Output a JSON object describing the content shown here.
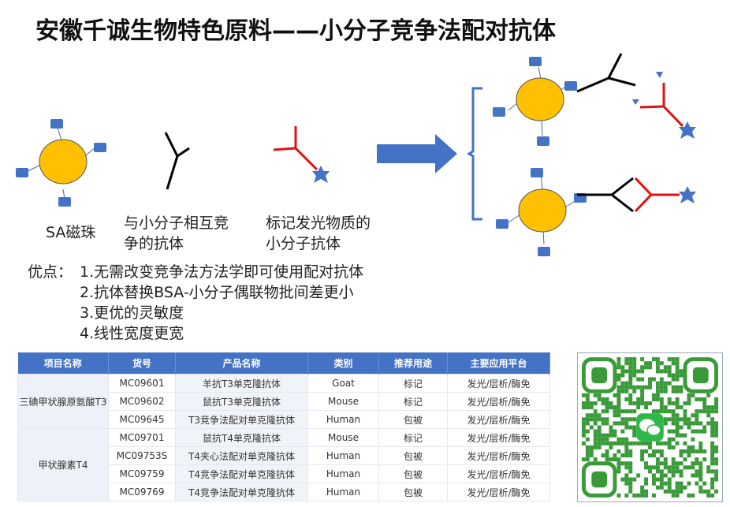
{
  "title": "安徽千诚生物特色原料——小分子竞争法配对抗体",
  "labels": {
    "bead": "SA磁珠",
    "antibody_line1": "与小分子相互竞",
    "antibody_line2": "争的抗体",
    "labeled_line1": "标记发光物质的",
    "labeled_line2": "小分子抗体"
  },
  "advantages": {
    "heading": "优点：",
    "points": [
      "1.无需改变竞争法方法学即可使用配对抗体",
      "2.抗体替换BSA-小分子偶联物批间差更小",
      "3.更优的灵敏度",
      "4.线性宽度更宽"
    ]
  },
  "table": {
    "headers": [
      "项目名称",
      "货号",
      "产品名称",
      "类别",
      "推荐用途",
      "主要应用平台"
    ],
    "groups": [
      "三碘甲状腺原氨酸T3",
      "甲状腺素T4"
    ],
    "rows": [
      [
        "MC09601",
        "羊抗T3单克隆抗体",
        "Goat",
        "标记",
        "发光/层析/酶免"
      ],
      [
        "MC09602",
        "鼠抗T3单克隆抗体",
        "Mouse",
        "标记",
        "发光/层析/酶免"
      ],
      [
        "MC09645",
        "T3竞争法配对单克隆抗体",
        "Human",
        "包被",
        "发光/层析/酶免"
      ],
      [
        "MC09701",
        "鼠抗T4单克隆抗体",
        "Mouse",
        "标记",
        "发光/层析/酶免"
      ],
      [
        "MC09753S",
        "T4夹心法配对单克隆抗体",
        "Human",
        "包被",
        "发光/层析/酶免"
      ],
      [
        "MC09759",
        "T4竞争法配对单克隆抗体",
        "Human",
        "包被",
        "发光/层析/酶免"
      ],
      [
        "MC09769",
        "T4竞争法配对单克隆抗体",
        "Human",
        "包被",
        "发光/层析/酶免"
      ]
    ]
  },
  "colors": {
    "bead": "#ffc000",
    "blue": "#4472c4",
    "red": "#e01010",
    "header": "#4472c4"
  }
}
